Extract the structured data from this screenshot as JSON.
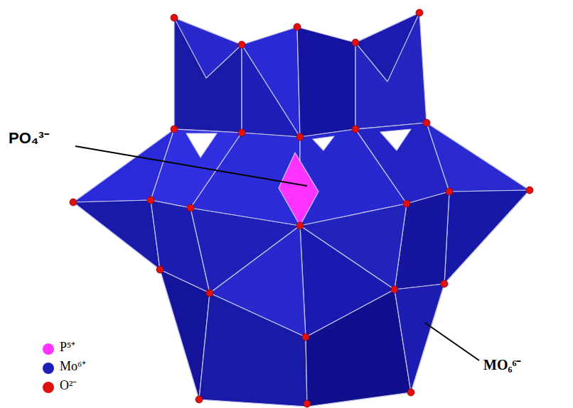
{
  "diagram": {
    "labels": [
      "PO₄³⁻",
      "MO₆⁶⁻"
    ],
    "legend": [
      {
        "text": "P⁵⁺",
        "color": "#ff33ff"
      },
      {
        "text": "Mo⁶⁺",
        "color": "#1f1fb8"
      },
      {
        "text": "O²⁻",
        "color": "#e01010"
      }
    ]
  }
}
